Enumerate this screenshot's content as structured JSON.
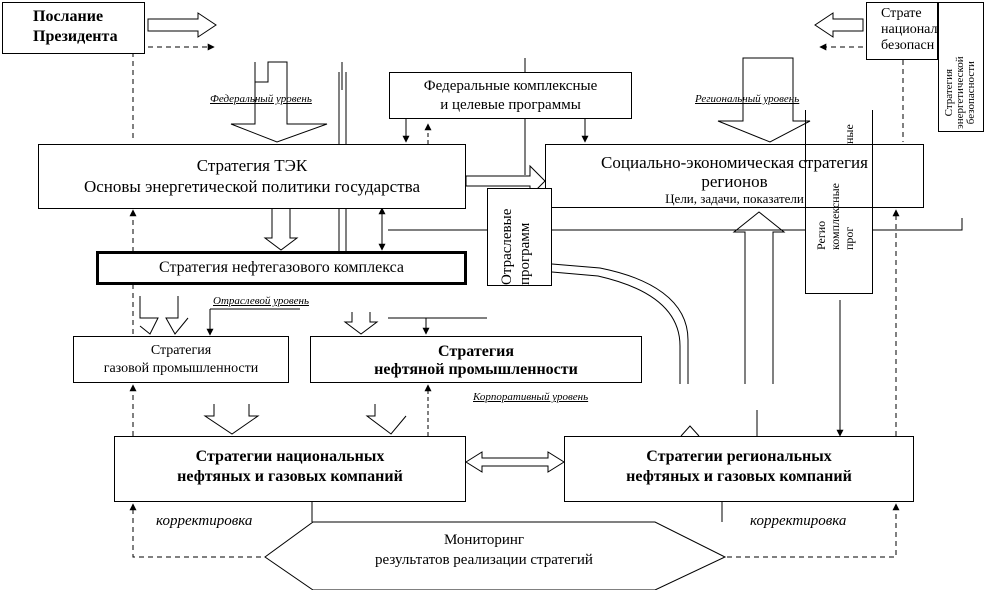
{
  "boxes": {
    "president": {
      "lines": [
        "Послание",
        "Президента"
      ]
    },
    "energy_security": {
      "lines": [
        "Страте",
        "национал",
        "безопасн"
      ]
    },
    "energy_security_vertical": {
      "lines": [
        "Стратегия",
        "энергетической",
        "безопасности"
      ]
    },
    "federal_programs": {
      "lines": [
        "Федеральные комплексные",
        "и целевые программы"
      ]
    },
    "tek_strategy": {
      "lines": [
        "Стратегия ТЭК",
        "Основы энергетической политики государства"
      ]
    },
    "social_strategy": {
      "lines": [
        "Социально-экономическая стратегия",
        "регионов"
      ],
      "subtitle": "Цели, задачи, показатели"
    },
    "sector_programs": {
      "lines": [
        "Отраслевые",
        "программ"
      ]
    },
    "regional_programs": {
      "lines": [
        "Регио",
        "комплексные",
        "прог"
      ],
      "top_fragment": "ные"
    },
    "oil_gas_complex": {
      "lines": [
        "Стратегия нефтегазового комплекса"
      ]
    },
    "gas_industry": {
      "lines": [
        "Стратегия",
        "газовой промышленности"
      ]
    },
    "oil_industry": {
      "lines": [
        "Стратегия",
        "нефтяной промышленности"
      ]
    },
    "national_companies": {
      "lines": [
        "Стратегии национальных",
        "нефтяных и газовых компаний"
      ]
    },
    "regional_companies": {
      "lines": [
        "Стратегии региональных",
        "нефтяных и газовых компаний"
      ]
    },
    "monitoring": {
      "lines": [
        "Мониторинг",
        "результатов реализации стратегий"
      ]
    }
  },
  "levels": {
    "federal": "Федеральный уровень",
    "regional": "Региональный уровень",
    "sector": "Отраслевой уровень",
    "corporate": "Корпоративный  уровень"
  },
  "correction": {
    "left": "корректировка",
    "right": "корректировка"
  },
  "colors": {
    "stroke": "#000000",
    "background": "#ffffff"
  }
}
